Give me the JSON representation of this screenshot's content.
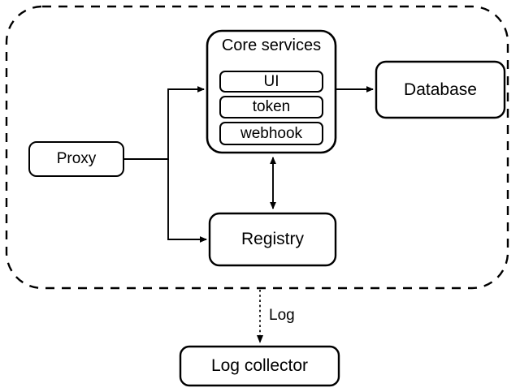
{
  "diagram": {
    "type": "architecture-block-diagram",
    "colors": {
      "stroke": "#000000",
      "background": "#ffffff",
      "text": "#000000"
    },
    "boundary": {
      "name": "system-boundary",
      "style": "dashed-rounded-rectangle",
      "label": ""
    },
    "nodes": [
      {
        "id": "proxy",
        "label": "Proxy"
      },
      {
        "id": "core-services",
        "label": "Core services"
      },
      {
        "id": "ui",
        "label": "UI"
      },
      {
        "id": "token",
        "label": "token"
      },
      {
        "id": "webhook",
        "label": "webhook"
      },
      {
        "id": "database",
        "label": "Database"
      },
      {
        "id": "registry",
        "label": "Registry"
      },
      {
        "id": "log-collector",
        "label": "Log collector"
      }
    ],
    "edges": [
      {
        "id": "proxy-core",
        "from": "proxy",
        "to": "core-services",
        "label": "",
        "style": "solid",
        "arrow": "single"
      },
      {
        "id": "proxy-registry",
        "from": "proxy",
        "to": "registry",
        "label": "",
        "style": "solid",
        "arrow": "single"
      },
      {
        "id": "core-database",
        "from": "core-services",
        "to": "database",
        "label": "",
        "style": "solid",
        "arrow": "single"
      },
      {
        "id": "core-registry",
        "from": "core-services",
        "to": "registry",
        "label": "",
        "style": "solid",
        "arrow": "double"
      },
      {
        "id": "log",
        "from": "system-boundary",
        "to": "log-collector",
        "label": "Log",
        "style": "dotted",
        "arrow": "single"
      }
    ]
  }
}
